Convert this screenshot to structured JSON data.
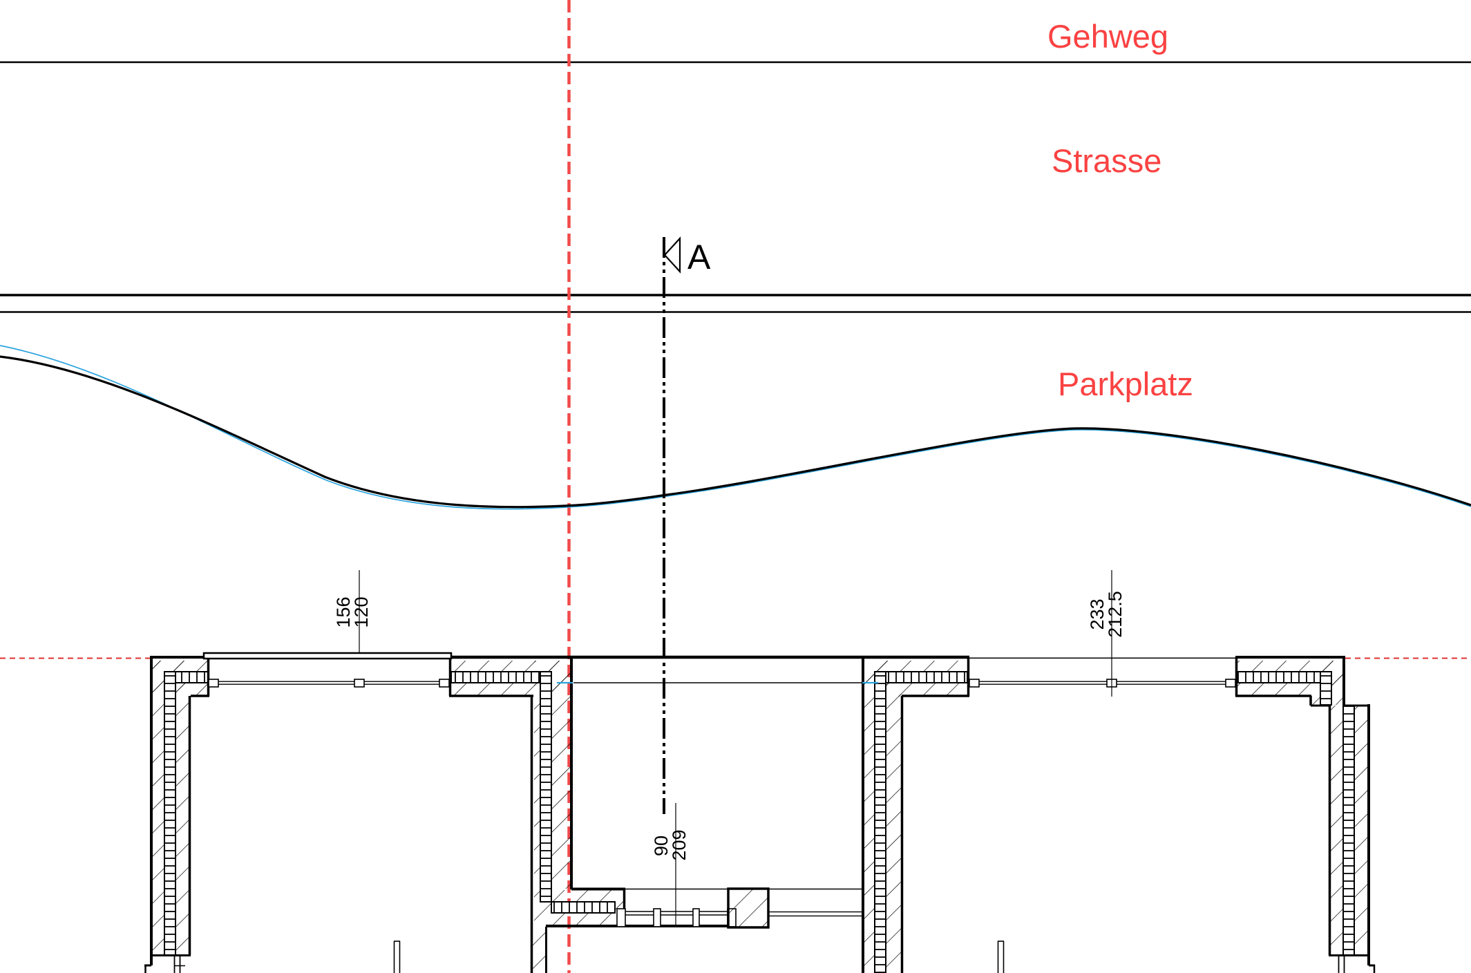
{
  "zones": {
    "gehweg": "Gehweg",
    "strasse": "Strasse",
    "parkplatz": "Parkplatz"
  },
  "section": {
    "label": "A"
  },
  "dimensions": {
    "left_window": {
      "line1": "156",
      "line2": "120"
    },
    "right_window": {
      "line1": "233",
      "line2": "212.5"
    },
    "center_door": {
      "line1": "90",
      "line2": "209"
    }
  },
  "colors": {
    "label_red": "#fa4242",
    "dashed_red": "#f04a4a",
    "dotted_red": "#e03030",
    "terrain_blue": "#2aa3dd",
    "ink": "#000000"
  }
}
